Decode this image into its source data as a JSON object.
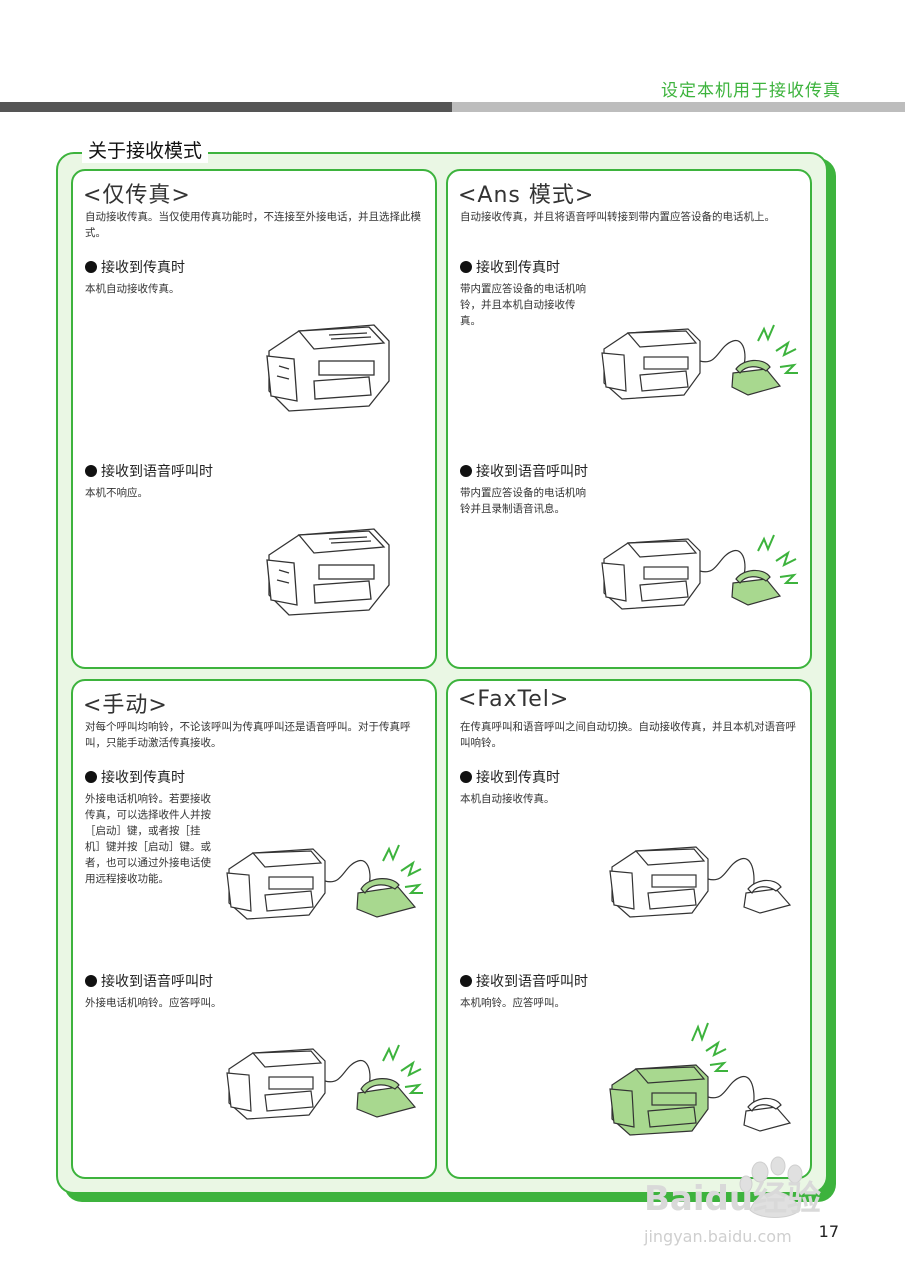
{
  "header": {
    "title": "设定本机用于接收传真"
  },
  "section": {
    "title": "关于接收模式"
  },
  "cards": [
    {
      "title": "<仅传真>",
      "description": "自动接收传真。当仅使用传真功能时，不连接至外接电话，并且选择此模式。",
      "fax": {
        "heading": "接收到传真时",
        "body": "本机自动接收传真。"
      },
      "voice": {
        "heading": "接收到语音呼叫时",
        "body": "本机不响应。"
      }
    },
    {
      "title": "<Ans 模式>",
      "description": "自动接收传真，并且将语音呼叫转接到带内置应答设备的电话机上。",
      "fax": {
        "heading": "接收到传真时",
        "body": "带内置应答设备的电话机响铃，并且本机自动接收传真。"
      },
      "voice": {
        "heading": "接收到语音呼叫时",
        "body": "带内置应答设备的电话机响铃并且录制语音讯息。"
      }
    },
    {
      "title": "<手动>",
      "description": "对每个呼叫均响铃，不论该呼叫为传真呼叫还是语音呼叫。对于传真呼叫，只能手动激活传真接收。",
      "fax": {
        "heading": "接收到传真时",
        "body": "外接电话机响铃。若要接收传真，可以选择收件人并按［启动］键，或者按［挂机］键并按［启动］键。或者，也可以通过外接电话使用远程接收功能。"
      },
      "voice": {
        "heading": "接收到语音呼叫时",
        "body": "外接电话机响铃。应答呼叫。"
      }
    },
    {
      "title": "<FaxTel>",
      "description": "在传真呼叫和语音呼叫之间自动切换。自动接收传真，并且本机对语音呼叫响铃。",
      "fax": {
        "heading": "接收到传真时",
        "body": "本机自动接收传真。"
      },
      "voice": {
        "heading": "接收到语音呼叫时",
        "body": "本机响铃。应答呼叫。"
      }
    }
  ],
  "page_number": "17",
  "watermark": {
    "brand": "Baidu经验",
    "url": "jingyan.baidu.com"
  },
  "colors": {
    "accent": "#3db33d",
    "panel_bg": "#eaf7e4",
    "highlight": "#a8d88f"
  }
}
